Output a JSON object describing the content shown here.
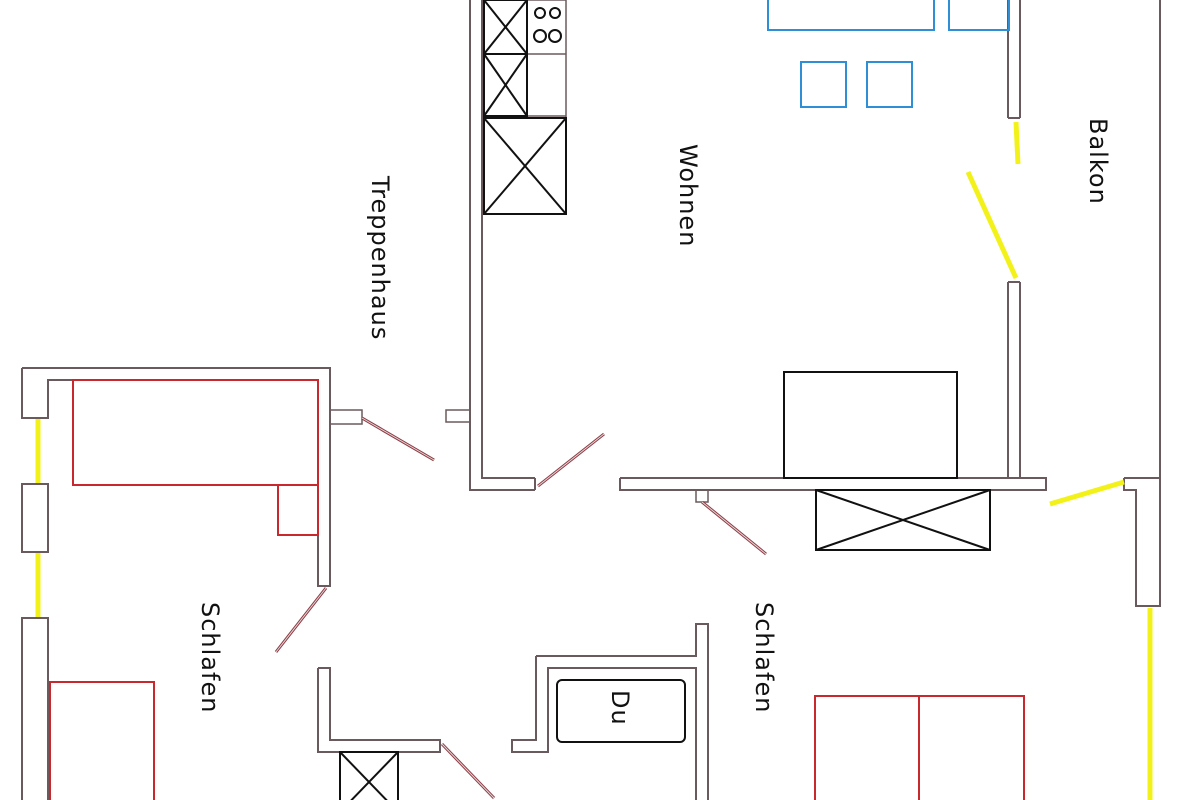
{
  "rooms": {
    "wohnen": "Wohnen",
    "treppenhaus": "Treppenhaus",
    "balkon": "Balkon",
    "schlafen_left": "Schlafen",
    "schlafen_right": "Schlafen",
    "dusche": "Du"
  },
  "colors": {
    "walls": "#6b5a5d",
    "doors": "#8b3c45",
    "windows": "#f2f21a",
    "kitchen_furniture": "#111111",
    "bedroom_furniture": "#c8282e",
    "dining_furniture": "#2f8fd6"
  }
}
